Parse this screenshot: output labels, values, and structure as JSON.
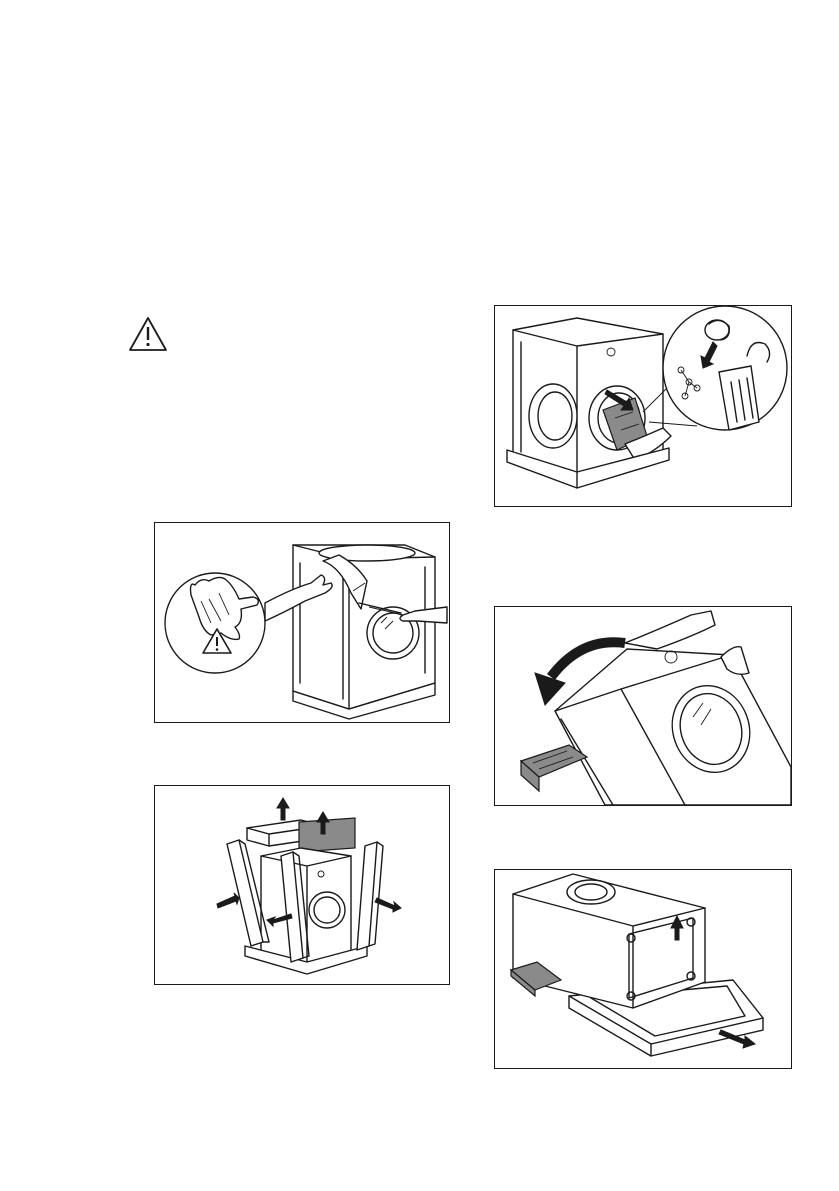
{
  "page": {
    "figures": [
      {
        "id": "remove-top-cover-with-gloves"
      },
      {
        "id": "remove-packaging-parts"
      },
      {
        "id": "take-accessories-from-drum"
      },
      {
        "id": "tilt-machine-backwards"
      },
      {
        "id": "remove-base-polystyrene"
      }
    ]
  }
}
